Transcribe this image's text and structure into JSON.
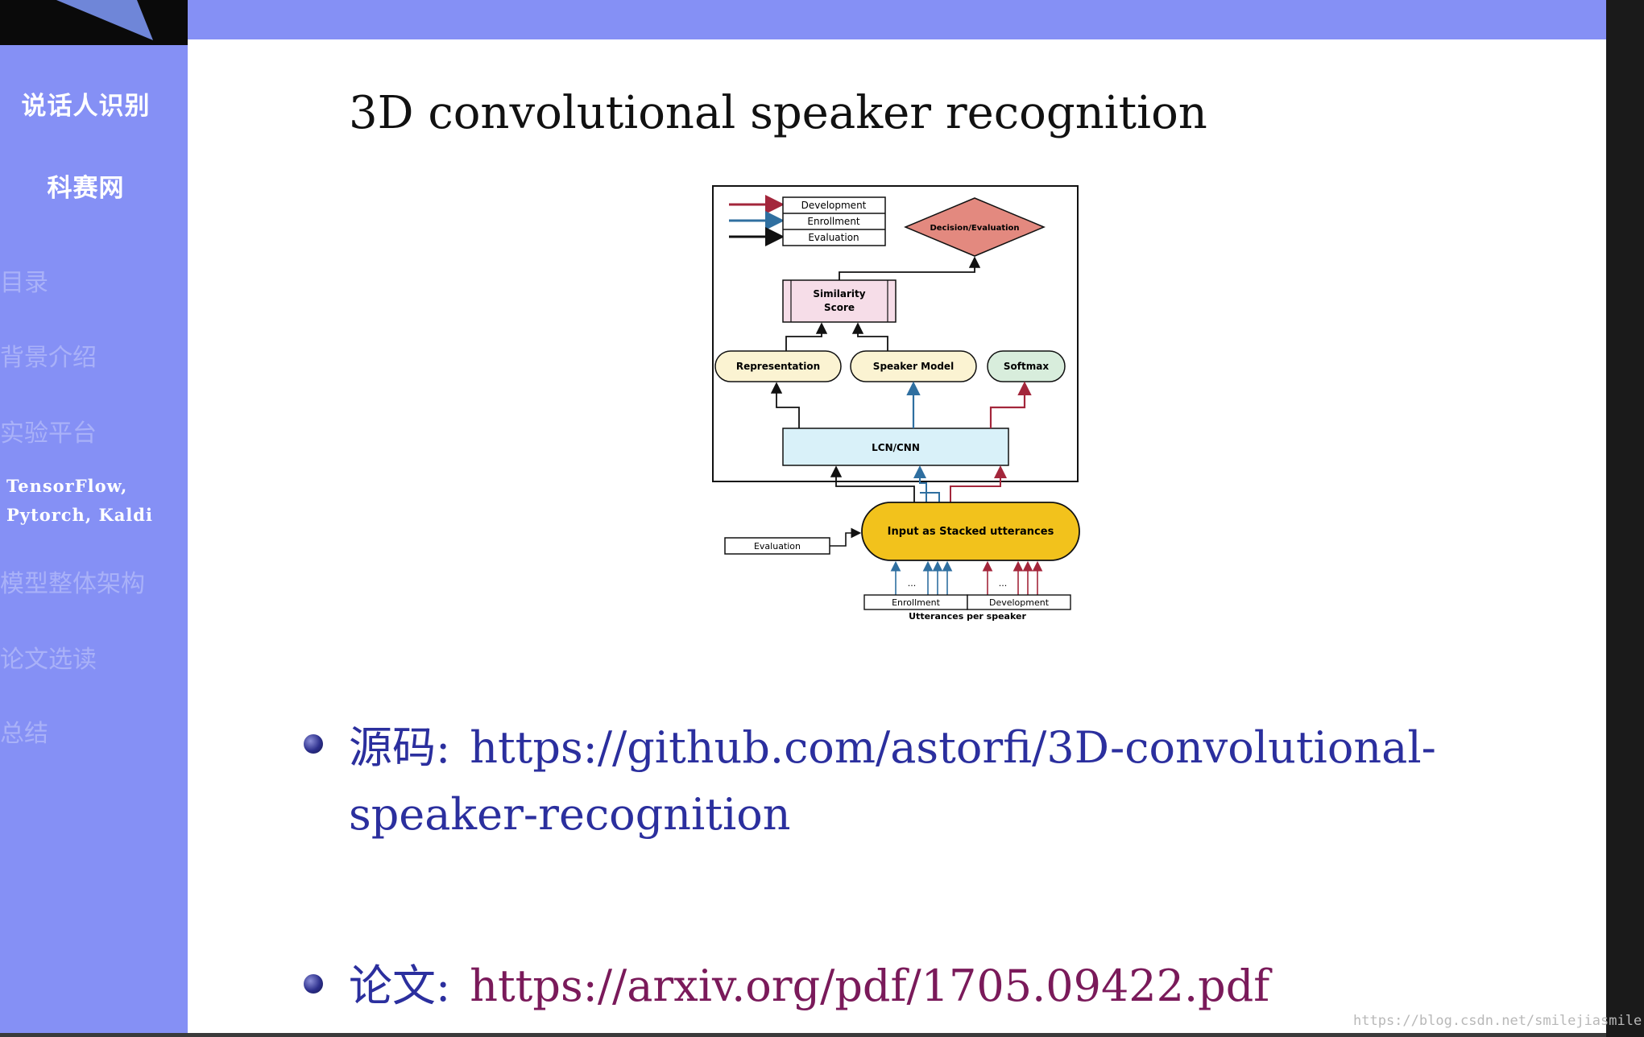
{
  "sidebar": {
    "title": "说话人识别",
    "subtitle": "科赛网",
    "items": [
      {
        "label": "目录"
      },
      {
        "label": "背景介绍"
      },
      {
        "label": "实验平台"
      },
      {
        "label": "模型整体架构"
      },
      {
        "label": "论文选读"
      },
      {
        "label": "总结"
      }
    ],
    "platform_line1": "TensorFlow,",
    "platform_line2": "Pytorch, Kaldi"
  },
  "slide": {
    "title": "3D convolutional speaker recognition"
  },
  "diagram": {
    "legend": [
      "Development",
      "Enrollment",
      "Evaluation"
    ],
    "decision": "Decision/Evaluation",
    "similarity_line1": "Similarity",
    "similarity_line2": "Score",
    "representation": "Representation",
    "speaker_model": "Speaker Model",
    "softmax": "Softmax",
    "lcnn": "LCN/CNN",
    "input": "Input as Stacked utterances",
    "evaluation_box": "Evaluation",
    "enrollment_box": "Enrollment",
    "development_box": "Development",
    "utterances": "Utterances per speaker",
    "dots": "..."
  },
  "bullets": [
    {
      "label": "源码:",
      "link": "https://github.com/astorfi/3D-convolutional-",
      "link_cont": "speaker-recognition"
    },
    {
      "label": "论文:",
      "link": "https://arxiv.org/pdf/1705.09422.pdf"
    }
  ],
  "watermark": "https://blog.csdn.net/smilejiasmile",
  "colors": {
    "accent_blue": "#8590f5",
    "link_blue": "#2b2f9e",
    "link_purple": "#7a1a5a",
    "development_arrow": "#a3263b",
    "enrollment_arrow": "#2f6fa0",
    "evaluation_arrow": "#111111",
    "decision_fill": "#e3897f",
    "input_fill": "#f2c21c"
  }
}
